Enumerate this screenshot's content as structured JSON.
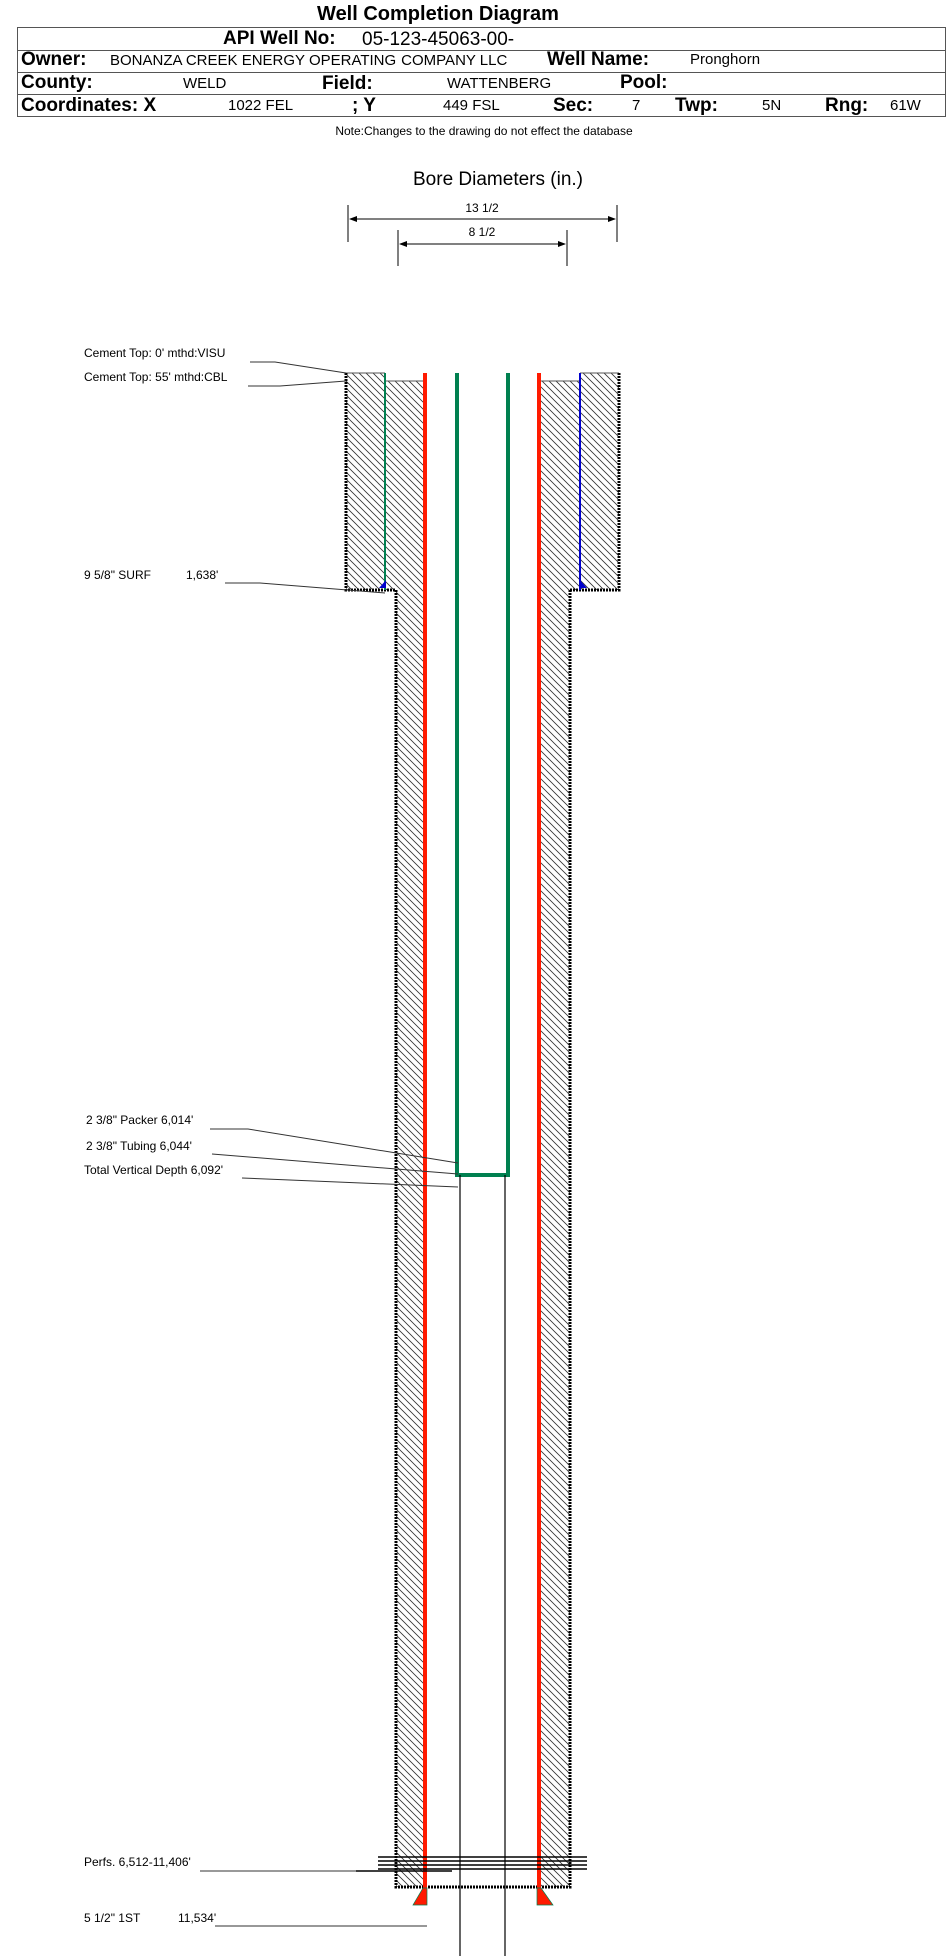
{
  "title": "Well Completion Diagram",
  "header": {
    "api_label": "API Well No:",
    "api_value": "05-123-45063-00-",
    "owner_label": "Owner:",
    "owner_value_line1": "BONANZA CREEK ENERGY OPERATING",
    "owner_value_line2": "COMPANY LLC",
    "well_name_label": "Well Name:",
    "well_name_value": "Pronghorn",
    "county_label": "County:",
    "county_value": "WELD",
    "field_label": "Field:",
    "field_value": "WATTENBERG",
    "pool_label": "Pool:",
    "coord_x_label": "Coordinates: X",
    "coord_x_value": "1022 FEL",
    "coord_y_label": "; Y",
    "coord_y_value": "449 FSL",
    "sec_label": "Sec:",
    "sec_value": "7",
    "twp_label": "Twp:",
    "twp_value": "5N",
    "rng_label": "Rng:",
    "rng_value": "61W"
  },
  "note": "Note:Changes to the drawing do not effect the database",
  "diagram": {
    "bore_title": "Bore Diameters (in.)",
    "bore_diameters": [
      "13 1/2",
      "8 1/2"
    ],
    "labels": {
      "cement_top_0": "Cement Top: 0' mthd:VISU",
      "cement_top_55": "Cement Top: 55' mthd:CBL",
      "surf_casing": "9 5/8\" SURF",
      "surf_depth": "1,638'",
      "packer": "2 3/8\" Packer 6,014'",
      "tubing": "2 3/8\" Tubing 6,044'",
      "tvd": "Total Vertical Depth 6,092'",
      "perfs": "Perfs. 6,512-11,406'",
      "prod_casing": "5 1/2\" 1ST",
      "prod_depth": "11,534'"
    },
    "colors": {
      "casing": "#ff1a00",
      "tubing": "#008050",
      "surface_casing": "#0000cc"
    }
  }
}
